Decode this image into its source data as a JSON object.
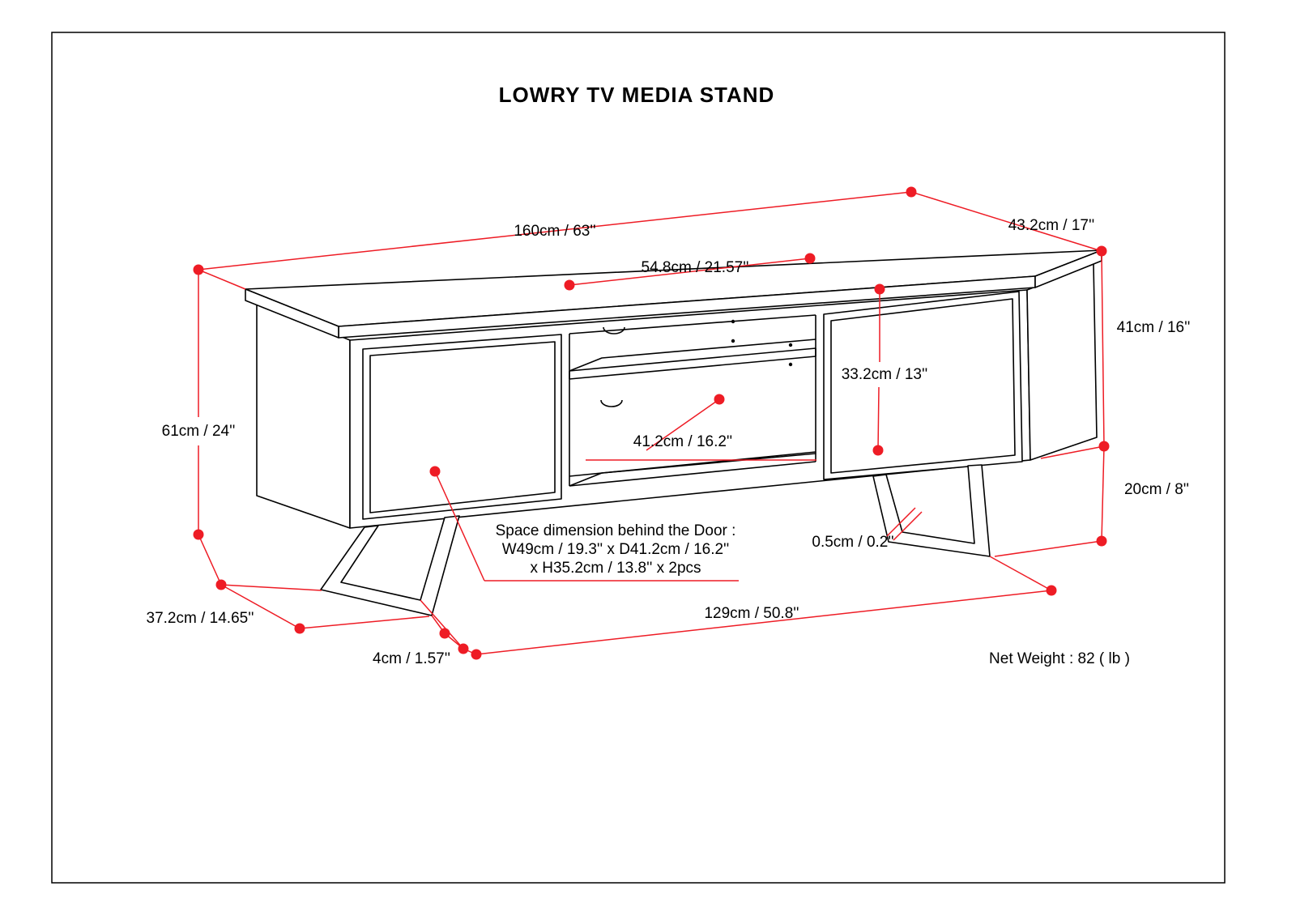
{
  "page": {
    "title": "LOWRY TV MEDIA STAND",
    "net_weight": "Net Weight : 82 ( lb )"
  },
  "dimensions": {
    "top_width": "160cm / 63''",
    "top_depth": "43.2cm / 17''",
    "opening_width": "54.8cm / 21.57''",
    "cabinet_height": "41cm / 16''",
    "interior_height": "33.2cm / 13''",
    "overall_height": "61cm / 24''",
    "shelf_depth": "41.2cm / 16.2''",
    "leg_height": "20cm / 8''",
    "metal_thickness": "0.5cm / 0.2''",
    "base_depth": "37.2cm / 14.65''",
    "leg_tube_width": "4cm / 1.57''",
    "leg_span": "129cm / 50.8''"
  },
  "door_note": {
    "line1": "Space dimension behind the Door :",
    "line2": "W49cm / 19.3'' x D41.2cm / 16.2''",
    "line3": "x H35.2cm / 13.8'' x 2pcs"
  },
  "colors": {
    "dimension_red": "#ee1c25",
    "line_black": "#000000",
    "background": "#ffffff"
  }
}
